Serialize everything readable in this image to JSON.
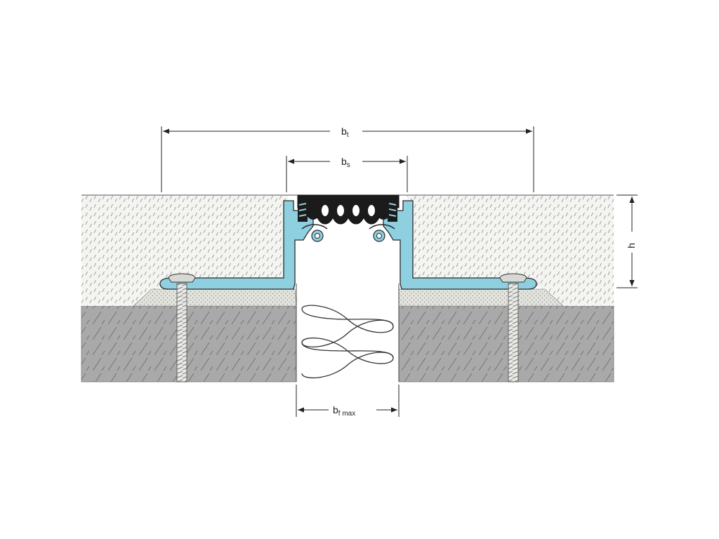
{
  "dimensions": {
    "total_width": {
      "main": "b",
      "sub": "t"
    },
    "seal_width": {
      "main": "b",
      "sub": "s"
    },
    "fill_width": {
      "main": "b",
      "sub": "f max"
    },
    "height": {
      "main": "h"
    }
  },
  "colors": {
    "profile": "#8ecfe0",
    "profile_outline": "#2a2a2a",
    "concrete": "#a9a9a9",
    "screed": "#f4f4f1",
    "bedding": "#e2e2dc",
    "seal_insert": "#1b1b1b",
    "line": "#222222"
  }
}
